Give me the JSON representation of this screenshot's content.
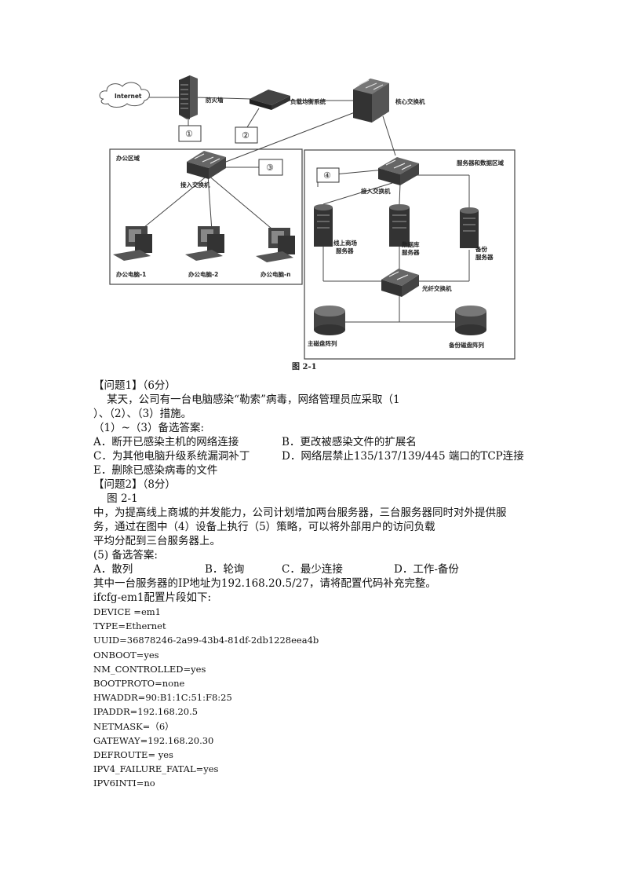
{
  "figure": {
    "internet": "Internet",
    "firewall": "防火墙",
    "load_balancer": "负载均衡系统",
    "core_switch": "核心交换机",
    "office_area": "办公区域",
    "server_area": "服务器和数据区域",
    "access_switch_office": "接入交换机",
    "access_switch_server": "接入交换机",
    "pc1": "办公电脑-1",
    "pc2": "办公电脑-2",
    "pcn": "办公电脑-n",
    "shop_server": [
      "线上商场",
      "服务器"
    ],
    "db_server": [
      "数据库",
      "服务器"
    ],
    "backup_server": [
      "备份",
      "服务器"
    ],
    "fiber_switch": "光纤交换机",
    "main_array": "主磁盘阵列",
    "backup_array": "备份磁盘阵列",
    "box1": "①",
    "box2": "②",
    "box3": "③",
    "box4": "④",
    "caption": "图 2-1"
  },
  "content": {
    "q1_title": "【问题1】（6分）",
    "q1_p1": "    某天，公司有一台电脑感染“勒索”病毒，网络管理员应采取（1",
    "q1_p2": "）、（2）、（3）措施。",
    "q1_opts_head": "（1）~（3）备选答案:",
    "q1_optA": "A．断开已感染主机的网络连接",
    "q1_optB": "B．更改被感染文件的扩展名",
    "q1_optC": "C．为其他电脑升级系统漏洞补丁",
    "q1_optD": "D．网络层禁止135/137/139/445 端口的TCP连接",
    "q1_optE": "E．删除已感染病毒的文件",
    "q2_title": "【问题2】（8分）",
    "q2_fig": "    图 2-1",
    "q2_p1": "中，为提高线上商城的并发能力，公司计划增加两台服务器，三台服务器同时对外提供服",
    "q2_p2": "务，通过在图中（4）设备上执行（5）策略，可以将外部用户的访问负载",
    "q2_p3": "平均分配到三台服务器上。",
    "q2_opts_head": "(5) 备选答案:",
    "q2_optA": "A．散列",
    "q2_optB": "B．轮询",
    "q2_optC": "C．最少连接",
    "q2_optD": "D．工作-备份",
    "q2_p4": "其中一台服务器的IP地址为192.168.20.5/27，请将配置代码补充完整。",
    "q2_p5": "ifcfg-em1配置片段如下:",
    "code": [
      "DEVICE =em1",
      "TYPE=Ethernet",
      "UUID=36878246-2a99-43b4-81df-2db1228eea4b",
      "ONBOOT=yes",
      "NM_CONTROLLED=yes",
      "BOOTPROTO=none",
      "HWADDR=90:B1:1C:51:F8:25",
      "IPADDR=192.168.20.5",
      "NETMASK=（6）",
      "GATEWAY=192.168.20.30",
      "DEFROUTE= yes",
      "IPV4_FAILURE_FATAL=yes",
      "IPV6INTI=no"
    ]
  }
}
